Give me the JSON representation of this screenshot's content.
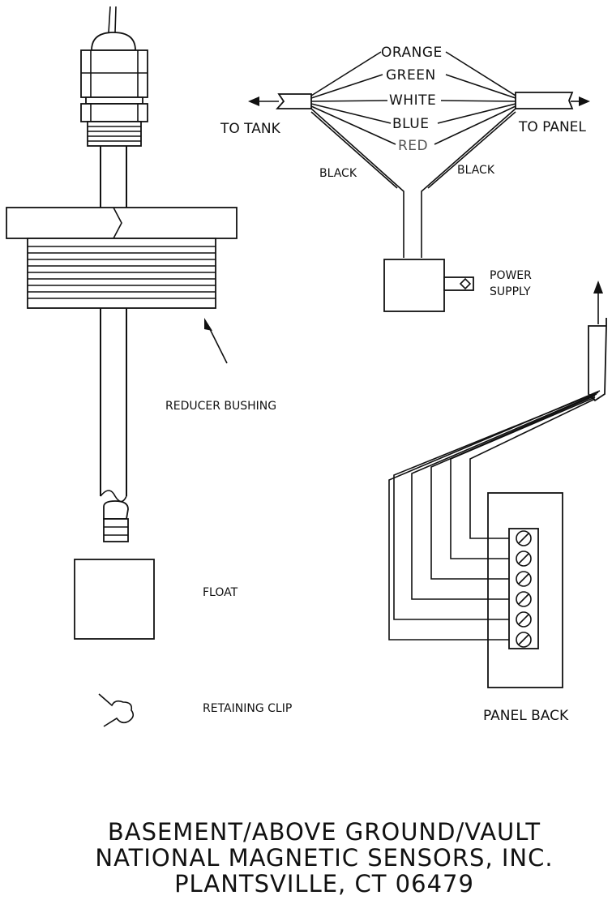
{
  "wires": {
    "orange": "ORANGE",
    "green": "GREEN",
    "white": "WHITE",
    "blue": "BLUE",
    "red": "RED",
    "black_left": "BLACK",
    "black_right": "BLACK"
  },
  "labels": {
    "to_tank": "TO TANK",
    "to_panel": "TO PANEL",
    "power_supply_line1": "POWER",
    "power_supply_line2": "SUPPLY",
    "reducer_bushing": "REDUCER BUSHING",
    "float": "FLOAT",
    "retaining_clip": "RETAINING CLIP",
    "panel_back": "PANEL BACK"
  },
  "footer": {
    "line1": "BASEMENT/ABOVE GROUND/VAULT",
    "line2": "NATIONAL MAGNETIC SENSORS, INC.",
    "line3": "PLANTSVILLE, CT 06479"
  },
  "colors": {
    "ink": "#111111",
    "red_wire_label": "#555555",
    "background": "#ffffff"
  }
}
